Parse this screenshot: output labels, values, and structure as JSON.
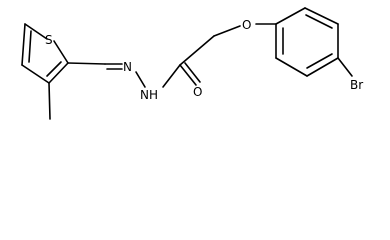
{
  "molecule": {
    "atoms": {
      "sulfur": "S",
      "nitrogen_hydrazide": "N",
      "nitrogen_amide": "NH",
      "carbonyl_oxygen": "O",
      "ether_oxygen": "O",
      "bromine": "Br"
    }
  },
  "colors": {
    "bond": "#000000",
    "label": "#000000",
    "background": "#ffffff"
  }
}
